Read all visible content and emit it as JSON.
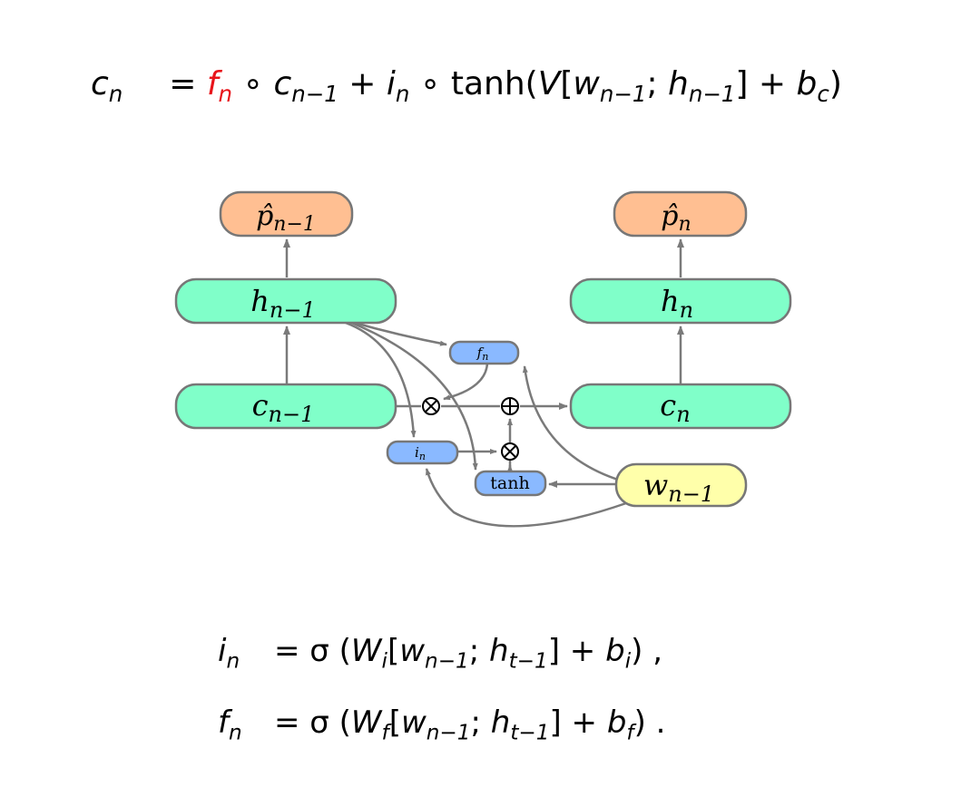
{
  "top_equation": {
    "lhs": "c",
    "lhs_sub": "n",
    "eq": "=",
    "f": "f",
    "f_sub": "n",
    "circ1": " ∘ ",
    "c_prev": "c",
    "c_prev_sub": "n−1",
    "plus1": " + ",
    "i": "i",
    "i_sub": "n",
    "circ2": " ∘ ",
    "tanh_open": "tanh(",
    "V": "V",
    "bracket_open": "[",
    "w": "w",
    "w_sub": "n−1",
    "semi": "; ",
    "h": "h",
    "h_sub": "n−1",
    "bracket_close": "]",
    "plus2": " + ",
    "b": "b",
    "b_sub": "c",
    "close": ")"
  },
  "bottom_equations": [
    {
      "lhs": "i",
      "lhs_sub": "n",
      "eq": "= σ (",
      "W": "W",
      "W_sub": "i",
      "open": "[",
      "w": "w",
      "w_sub": "n−1",
      "semi": "; ",
      "h": "h",
      "h_sub": "t−1",
      "close": "] + ",
      "b": "b",
      "b_sub": "i",
      "end": ") ,"
    },
    {
      "lhs": "f",
      "lhs_sub": "n",
      "eq": "= σ (",
      "W": "W",
      "W_sub": "f",
      "open": "[",
      "w": "w",
      "w_sub": "n−1",
      "semi": "; ",
      "h": "h",
      "h_sub": "t−1",
      "close": "] + ",
      "b": "b",
      "b_sub": "f",
      "end": ") ."
    }
  ],
  "nodes": {
    "p_prev": {
      "base": "p̂",
      "sub": "n−1",
      "color": "#ffbf92"
    },
    "p_n": {
      "base": "p̂",
      "sub": "n",
      "color": "#ffbf92"
    },
    "h_prev": {
      "base": "h",
      "sub": "n−1",
      "color": "#80ffc9"
    },
    "h_n": {
      "base": "h",
      "sub": "n",
      "color": "#80ffc9"
    },
    "c_prev": {
      "base": "c",
      "sub": "n−1",
      "color": "#80ffc9"
    },
    "c_n": {
      "base": "c",
      "sub": "n",
      "color": "#80ffc9"
    },
    "w_prev": {
      "base": "w",
      "sub": "n−1",
      "color": "#ffffaa"
    },
    "f_gate": {
      "base": "f",
      "sub": "n",
      "color": "#8ab9ff"
    },
    "i_gate": {
      "base": "i",
      "sub": "n",
      "color": "#8ab9ff"
    },
    "tanh": {
      "label": "tanh",
      "color": "#8ab9ff"
    }
  },
  "operators": {
    "mult": "⊗",
    "add": "⊕"
  },
  "colors": {
    "edge": "#7a7a7a",
    "node_stroke": "#777777"
  }
}
